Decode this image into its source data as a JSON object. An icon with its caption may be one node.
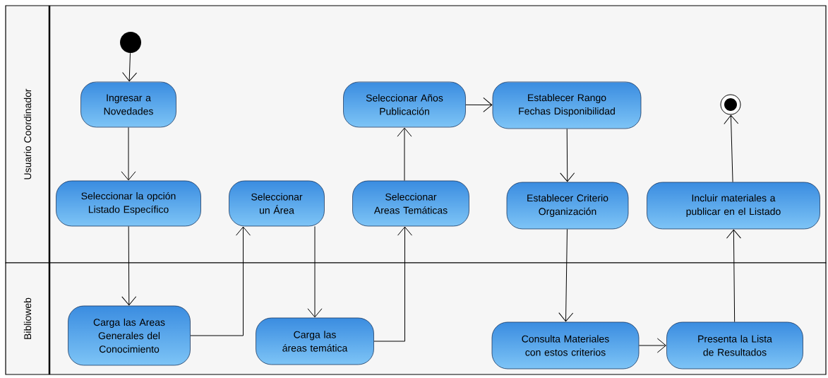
{
  "diagram": {
    "nodes": [
      {
        "text": [
          "Usuario Coordinador"
        ]
      },
      {
        "text": [
          "Biblioweb"
        ]
      },
      {
        "text": [],
        "shape": "circle",
        "in": 0
      },
      {
        "text": [
          "Ingresar a Novedades"
        ],
        "in": 0
      },
      {
        "text": [
          "Seleccionar la opción Listado Específico"
        ],
        "in": 0
      },
      {
        "text": [
          "Seleccionar un Área"
        ],
        "in": 0
      },
      {
        "text": [
          "Seleccionar Areas Temáticas"
        ],
        "in": 0
      },
      {
        "text": [
          "Seleccionar Años Publicación"
        ],
        "in": 0
      },
      {
        "text": [
          "Establecer Rango Fechas Disponibilidad"
        ],
        "in": 0
      },
      {
        "text": [
          "Establecer Criterio Organización"
        ],
        "in": 0
      },
      {
        "text": [],
        "shape": "circle",
        "in": 0
      },
      {
        "text": [
          "Incluir materiales a publicar en el Listado"
        ],
        "in": 0
      },
      {
        "text": [
          "Carga las Areas Generales del Conocimiento"
        ],
        "in": 1
      },
      {
        "text": [
          "Carga las áreas temática"
        ],
        "in": 1
      },
      {
        "text": [
          "Consulta Materiales con estos criterios"
        ],
        "in": 1
      },
      {
        "text": [
          "Presenta la Lista de Resultados"
        ],
        "in": 1
      }
    ],
    "edges": [
      {
        "from": 2,
        "to": 3,
        "arrow": "to"
      },
      {
        "from": 3,
        "to": 4,
        "arrow": "to"
      },
      {
        "from": 4,
        "to": 12,
        "arrow": "to"
      },
      {
        "from": 12,
        "to": 5,
        "arrow": "to"
      },
      {
        "from": 5,
        "to": 13,
        "arrow": "to"
      },
      {
        "from": 13,
        "to": 6,
        "arrow": "to"
      },
      {
        "from": 6,
        "to": 7,
        "arrow": "to"
      },
      {
        "from": 7,
        "to": 8,
        "arrow": "to"
      },
      {
        "from": 8,
        "to": 9,
        "arrow": "to"
      },
      {
        "from": 9,
        "to": 14,
        "arrow": "to"
      },
      {
        "from": 14,
        "to": 15,
        "arrow": "to"
      },
      {
        "from": 15,
        "to": 11,
        "arrow": "to"
      },
      {
        "from": 11,
        "to": 10,
        "arrow": "to"
      }
    ]
  }
}
